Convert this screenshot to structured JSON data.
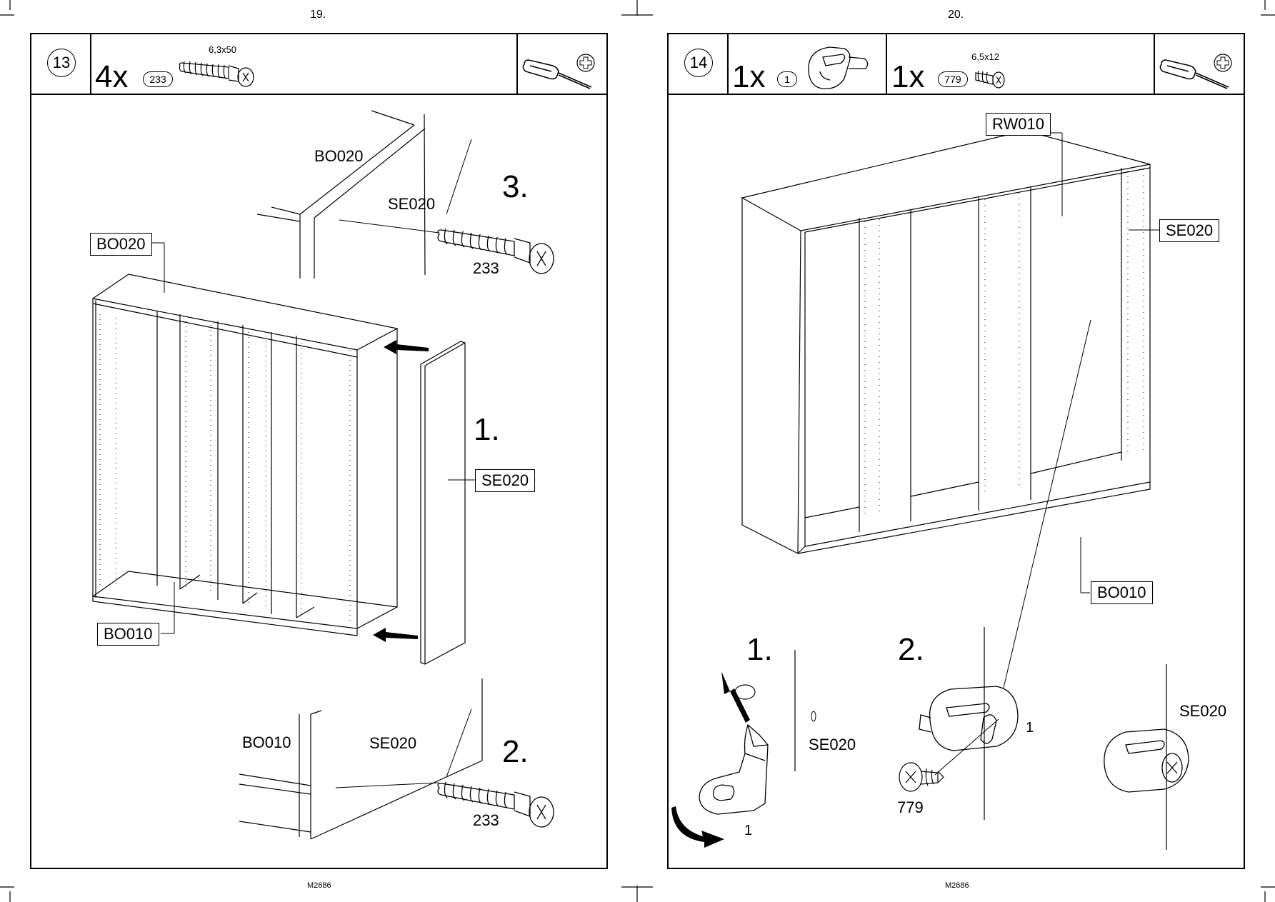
{
  "pages": [
    {
      "page_number": "19.",
      "footer_code": "M2686",
      "step": "13",
      "parts": [
        {
          "quantity": "4x",
          "part_id": "233",
          "spec": "6,3x50"
        }
      ],
      "labels": {
        "top_panel_top": "BO020",
        "side_top": "SE020",
        "step3": "3.",
        "screw_top": "233",
        "top_panel_box": "BO020",
        "step1": "1.",
        "side_box": "SE020",
        "bottom_box": "BO010",
        "bottom_detail": "BO010",
        "side_detail": "SE020",
        "step2": "2.",
        "screw_bottom": "233"
      }
    },
    {
      "page_number": "20.",
      "footer_code": "M2686",
      "step": "14",
      "parts": [
        {
          "quantity": "1x",
          "part_id": "1",
          "spec": ""
        },
        {
          "quantity": "1x",
          "part_id": "779",
          "spec": "6,5x12"
        }
      ],
      "labels": {
        "back_box": "RW010",
        "side_box": "SE020",
        "bottom_box": "BO010",
        "step1": "1.",
        "step2": "2.",
        "side_detail1": "SE020",
        "part1_a": "1",
        "part1_b": "1",
        "screw": "779",
        "side_detail3": "SE020"
      }
    }
  ],
  "icons": [
    "screwdriver-icon",
    "phillips-head-icon",
    "screw-icon",
    "clip-bracket-icon",
    "arrow-icon"
  ]
}
